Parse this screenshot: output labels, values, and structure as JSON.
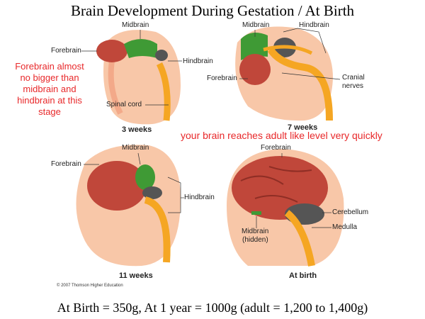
{
  "title": "Brain Development During Gestation / At Birth",
  "panels": {
    "week3": {
      "caption": "3 weeks",
      "labels": {
        "midbrain": "Midbrain",
        "forebrain": "Forebrain",
        "hindbrain": "Hindbrain",
        "spinal_cord": "Spinal cord"
      }
    },
    "week7": {
      "caption": "7 weeks",
      "labels": {
        "midbrain": "Midbrain",
        "hindbrain": "Hindbrain",
        "forebrain": "Forebrain",
        "cranial_nerves_1": "Cranial",
        "cranial_nerves_2": "nerves"
      }
    },
    "week11": {
      "caption": "11 weeks",
      "labels": {
        "midbrain": "Midbrain",
        "forebrain": "Forebrain",
        "hindbrain": "Hindbrain"
      }
    },
    "birth": {
      "caption": "At birth",
      "labels": {
        "forebrain": "Forebrain",
        "cerebellum": "Cerebellum",
        "medulla": "Medulla",
        "midbrain_1": "Midbrain",
        "midbrain_2": "(hidden)"
      }
    }
  },
  "annotations": {
    "forebrain_note": [
      "Forebrain almost",
      "no bigger than",
      "midbrain and",
      "hindbrain at this",
      "stage"
    ],
    "adult_note": "your brain reaches adult like level very quickly"
  },
  "copyright": "© 2007 Thomson Higher Education",
  "footer": "At Birth = 350g, At 1 year = 1000g (adult = 1,200 to 1,400g)",
  "colors": {
    "annotation": "#e8282a",
    "forebrain": "#c0473a",
    "midbrain": "#3f9a35",
    "hindbrain": "#555555",
    "cord": "#f5a623",
    "skin": "#f8c7a8"
  }
}
